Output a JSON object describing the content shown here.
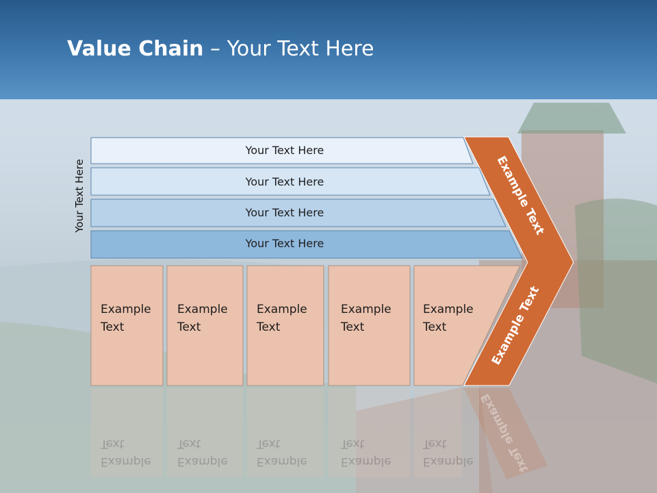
{
  "slide": {
    "title_bold": "Value Chain",
    "title_rest": " – Your Text Here",
    "side_label": "Your Text Here"
  },
  "support_rows": [
    {
      "label": "Your Text Here",
      "color": "#e9f1fa"
    },
    {
      "label": "Your Text Here",
      "color": "#d6e6f5"
    },
    {
      "label": "Your Text Here",
      "color": "#b8d2ea"
    },
    {
      "label": "Your Text Here",
      "color": "#8fb8dd"
    }
  ],
  "primary_boxes": [
    {
      "label": "Example\nText"
    },
    {
      "label": "Example\nText"
    },
    {
      "label": "Example\nText"
    },
    {
      "label": "Example\nText"
    },
    {
      "label": "Example\nText"
    }
  ],
  "margin_arrow": {
    "top_label": "Example Text",
    "bottom_label": "Example Text",
    "color": "#cf6a35"
  },
  "colors": {
    "box_fill": "#ebc2ad",
    "header": "#3a73a8"
  }
}
